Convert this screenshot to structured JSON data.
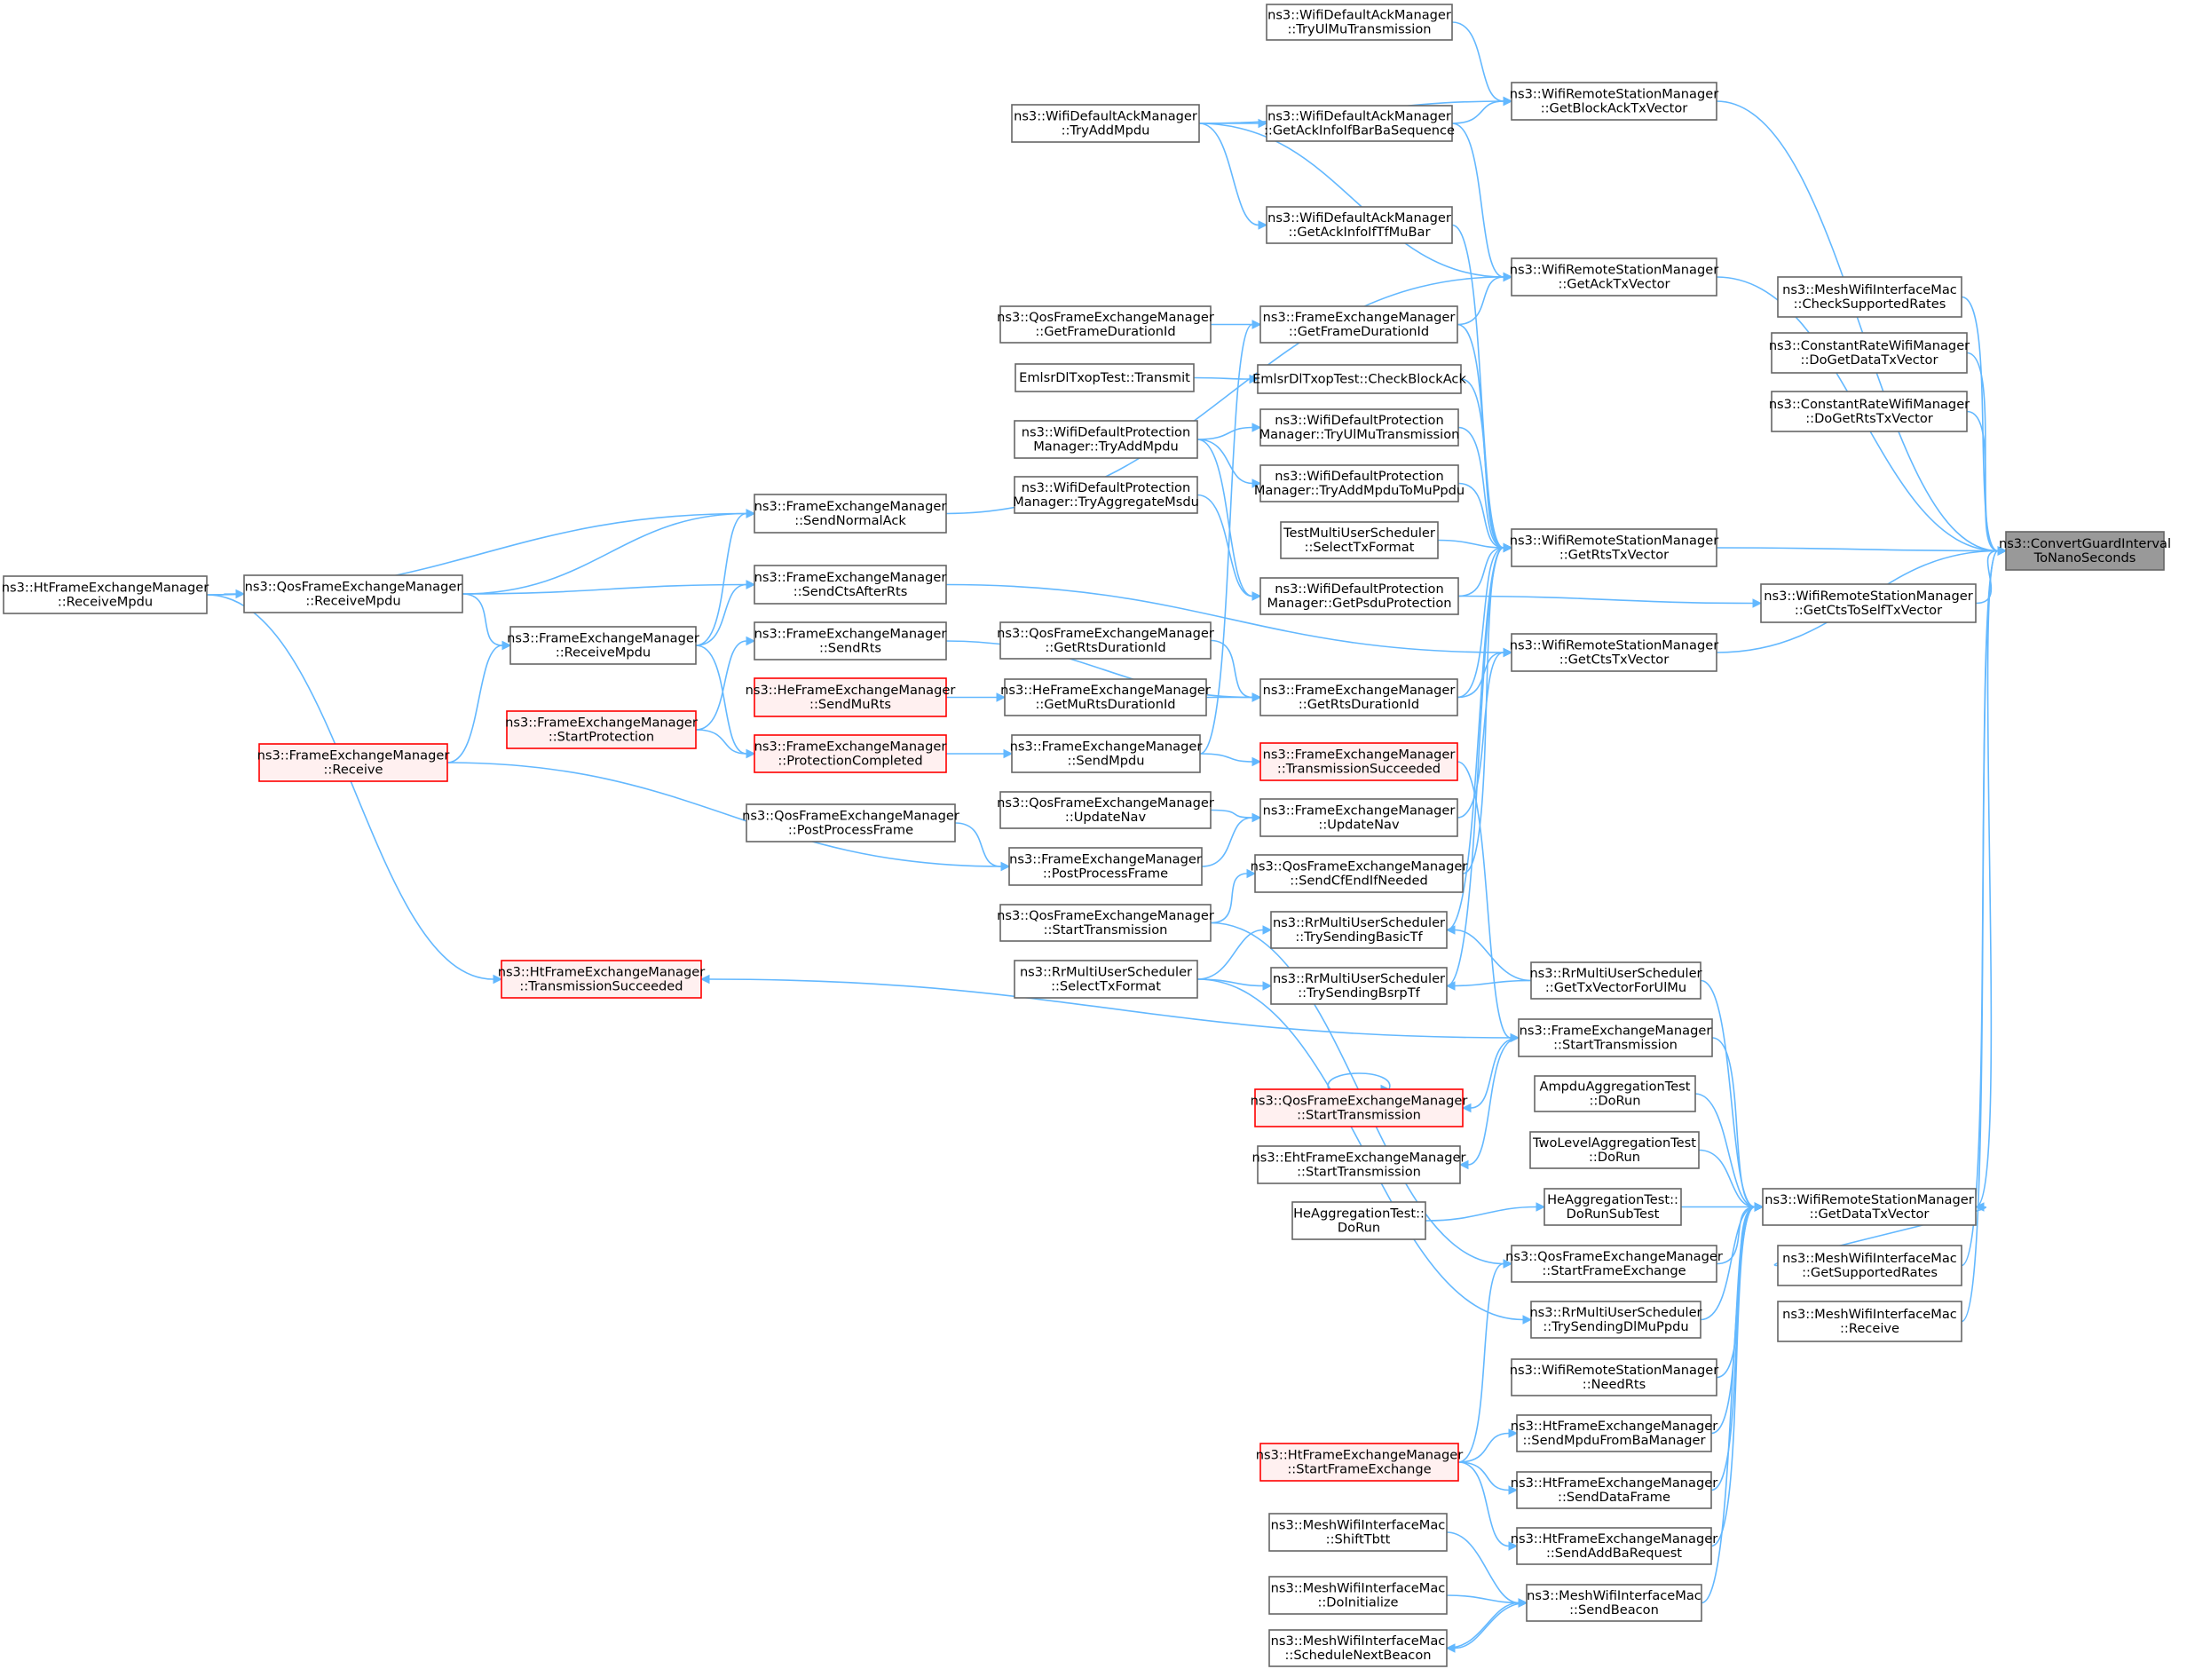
{
  "colors": {
    "edge": "#63b8ff",
    "box_border": "#666666",
    "red_border": "#ff0000",
    "red_fill": "#fff0f0",
    "selected_fill": "#999999"
  },
  "graph": {
    "nodes": {
      "target": {
        "lines": [
          "ns3::ConvertGuardInterval",
          "ToNanoSeconds"
        ],
        "style": "selected"
      },
      "mesh_check": {
        "lines": [
          "ns3::MeshWifiInterfaceMac",
          "::CheckSupportedRates"
        ]
      },
      "crw_data": {
        "lines": [
          "ns3::ConstantRateWifiManager",
          "::DoGetDataTxVector"
        ]
      },
      "crw_rts": {
        "lines": [
          "ns3::ConstantRateWifiManager",
          "::DoGetRtsTxVector"
        ]
      },
      "rsm_cts_self": {
        "lines": [
          "ns3::WifiRemoteStationManager",
          "::GetCtsToSelfTxVector"
        ]
      },
      "mesh_getsupp": {
        "lines": [
          "ns3::MeshWifiInterfaceMac",
          "::GetSupportedRates"
        ]
      },
      "mesh_receive": {
        "lines": [
          "ns3::MeshWifiInterfaceMac",
          "::Receive"
        ]
      },
      "rsm_ba": {
        "lines": [
          "ns3::WifiRemoteStationManager",
          "::GetBlockAckTxVector"
        ]
      },
      "rsm_ack": {
        "lines": [
          "ns3::WifiRemoteStationManager",
          "::GetAckTxVector"
        ]
      },
      "rsm_rts": {
        "lines": [
          "ns3::WifiRemoteStationManager",
          "::GetRtsTxVector"
        ]
      },
      "rsm_cts": {
        "lines": [
          "ns3::WifiRemoteStationManager",
          "::GetCtsTxVector"
        ]
      },
      "rr_getul": {
        "lines": [
          "ns3::RrMultiUserScheduler",
          "::GetTxVectorForUlMu"
        ]
      },
      "fem_starttx": {
        "lines": [
          "ns3::FrameExchangeManager",
          "::StartTransmission"
        ]
      },
      "ampdu_dorun": {
        "lines": [
          "AmpduAggregationTest",
          "::DoRun"
        ]
      },
      "twolevel_dorun": {
        "lines": [
          "TwoLevelAggregationTest",
          "::DoRun"
        ]
      },
      "heagg_sub": {
        "lines": [
          "HeAggregationTest::",
          "DoRunSubTest"
        ]
      },
      "qos_startfe": {
        "lines": [
          "ns3::QosFrameExchangeManager",
          "::StartFrameExchange"
        ]
      },
      "rr_trydl": {
        "lines": [
          "ns3::RrMultiUserScheduler",
          "::TrySendingDlMuPpdu"
        ]
      },
      "rsm_needrts": {
        "lines": [
          "ns3::WifiRemoteStationManager",
          "::NeedRts"
        ]
      },
      "ht_sendmpdu_ba": {
        "lines": [
          "ns3::HtFrameExchangeManager",
          "::SendMpduFromBaManager"
        ]
      },
      "ht_senddata": {
        "lines": [
          "ns3::HtFrameExchangeManager",
          "::SendDataFrame"
        ]
      },
      "ht_sendaddba": {
        "lines": [
          "ns3::HtFrameExchangeManager",
          "::SendAddBaRequest"
        ]
      },
      "mesh_sendbeacon": {
        "lines": [
          "ns3::MeshWifiInterfaceMac",
          "::SendBeacon"
        ]
      },
      "rsm_data": {
        "lines": [
          "ns3::WifiRemoteStationManager",
          "::GetDataTxVector"
        ]
      },
      "dam_tryul": {
        "lines": [
          "ns3::WifiDefaultAckManager",
          "::TryUlMuTransmission"
        ]
      },
      "dam_getackbar": {
        "lines": [
          "ns3::WifiDefaultAckManager",
          "::GetAckInfoIfBarBaSequence"
        ]
      },
      "dam_getacktf": {
        "lines": [
          "ns3::WifiDefaultAckManager",
          "::GetAckInfoIfTfMuBar"
        ]
      },
      "fem_getdur": {
        "lines": [
          "ns3::FrameExchangeManager",
          "::GetFrameDurationId"
        ]
      },
      "emlsr_check": {
        "lines": [
          "EmlsrDlTxopTest::CheckBlockAck"
        ]
      },
      "dpm_tryul": {
        "lines": [
          "ns3::WifiDefaultProtection",
          "Manager::TryUlMuTransmission"
        ]
      },
      "dpm_trymu": {
        "lines": [
          "ns3::WifiDefaultProtection",
          "Manager::TryAddMpduToMuPpdu"
        ]
      },
      "tmus_select": {
        "lines": [
          "TestMultiUserScheduler",
          "::SelectTxFormat"
        ]
      },
      "dpm_getpsdu": {
        "lines": [
          "ns3::WifiDefaultProtection",
          "Manager::GetPsduProtection"
        ]
      },
      "fem_getrtsdur": {
        "lines": [
          "ns3::FrameExchangeManager",
          "::GetRtsDurationId"
        ]
      },
      "fem_txsucc": {
        "lines": [
          "ns3::FrameExchangeManager",
          "::TransmissionSucceeded"
        ],
        "style": "red"
      },
      "fem_updatenav": {
        "lines": [
          "ns3::FrameExchangeManager",
          "::UpdateNav"
        ]
      },
      "qos_sendcfend": {
        "lines": [
          "ns3::QosFrameExchangeManager",
          "::SendCfEndIfNeeded"
        ]
      },
      "rr_trybasic": {
        "lines": [
          "ns3::RrMultiUserScheduler",
          "::TrySendingBasicTf"
        ]
      },
      "rr_trybsrp": {
        "lines": [
          "ns3::RrMultiUserScheduler",
          "::TrySendingBsrpTf"
        ]
      },
      "qos_starttx_red": {
        "lines": [
          "ns3::QosFrameExchangeManager",
          "::StartTransmission"
        ],
        "style": "red"
      },
      "eht_starttx": {
        "lines": [
          "ns3::EhtFrameExchangeManager",
          "::StartTransmission"
        ]
      },
      "heagg_dorun": {
        "lines": [
          "HeAggregationTest::",
          "DoRun"
        ]
      },
      "ht_startfe": {
        "lines": [
          "ns3::HtFrameExchangeManager",
          "::StartFrameExchange"
        ],
        "style": "red"
      },
      "mesh_shift": {
        "lines": [
          "ns3::MeshWifiInterfaceMac",
          "::ShiftTbtt"
        ]
      },
      "mesh_doinit": {
        "lines": [
          "ns3::MeshWifiInterfaceMac",
          "::DoInitialize"
        ]
      },
      "mesh_sched": {
        "lines": [
          "ns3::MeshWifiInterfaceMac",
          "::ScheduleNextBeacon"
        ]
      },
      "dam_tryadd": {
        "lines": [
          "ns3::WifiDefaultAckManager",
          "::TryAddMpdu"
        ]
      },
      "qos_getdur": {
        "lines": [
          "ns3::QosFrameExchangeManager",
          "::GetFrameDurationId"
        ]
      },
      "emlsr_transmit": {
        "lines": [
          "EmlsrDlTxopTest::Transmit"
        ]
      },
      "dpm_tryadd": {
        "lines": [
          "ns3::WifiDefaultProtection",
          "Manager::TryAddMpdu"
        ]
      },
      "dpm_tryaggr": {
        "lines": [
          "ns3::WifiDefaultProtection",
          "Manager::TryAggregateMsdu"
        ]
      },
      "qos_getrtsdur": {
        "lines": [
          "ns3::QosFrameExchangeManager",
          "::GetRtsDurationId"
        ]
      },
      "he_getmurts": {
        "lines": [
          "ns3::HeFrameExchangeManager",
          "::GetMuRtsDurationId"
        ]
      },
      "fem_sendmpdu": {
        "lines": [
          "ns3::FrameExchangeManager",
          "::SendMpdu"
        ]
      },
      "qos_updatenav": {
        "lines": [
          "ns3::QosFrameExchangeManager",
          "::UpdateNav"
        ]
      },
      "fem_postproc": {
        "lines": [
          "ns3::FrameExchangeManager",
          "::PostProcessFrame"
        ]
      },
      "qos_starttx": {
        "lines": [
          "ns3::QosFrameExchangeManager",
          "::StartTransmission"
        ]
      },
      "rr_select": {
        "lines": [
          "ns3::RrMultiUserScheduler",
          "::SelectTxFormat"
        ]
      },
      "fem_sendnormalack": {
        "lines": [
          "ns3::FrameExchangeManager",
          "::SendNormalAck"
        ]
      },
      "fem_sendcts": {
        "lines": [
          "ns3::FrameExchangeManager",
          "::SendCtsAfterRts"
        ]
      },
      "fem_sendrts": {
        "lines": [
          "ns3::FrameExchangeManager",
          "::SendRts"
        ]
      },
      "he_sendmurts": {
        "lines": [
          "ns3::HeFrameExchangeManager",
          "::SendMuRts"
        ],
        "style": "red"
      },
      "fem_protcompl": {
        "lines": [
          "ns3::FrameExchangeManager",
          "::ProtectionCompleted"
        ],
        "style": "red"
      },
      "qos_postproc": {
        "lines": [
          "ns3::QosFrameExchangeManager",
          "::PostProcessFrame"
        ]
      },
      "fem_receivempdu": {
        "lines": [
          "ns3::FrameExchangeManager",
          "::ReceiveMpdu"
        ]
      },
      "fem_startprot": {
        "lines": [
          "ns3::FrameExchangeManager",
          "::StartProtection"
        ],
        "style": "red"
      },
      "qos_receivempdu": {
        "lines": [
          "ns3::QosFrameExchangeManager",
          "::ReceiveMpdu"
        ]
      },
      "fem_receive": {
        "lines": [
          "ns3::FrameExchangeManager",
          "::Receive"
        ],
        "style": "red"
      },
      "ht_receivempdu": {
        "lines": [
          "ns3::HtFrameExchangeManager",
          "::ReceiveMpdu"
        ]
      },
      "ht_txsucc": {
        "lines": [
          "ns3::HtFrameExchangeManager",
          "::TransmissionSucceeded"
        ],
        "style": "red"
      }
    },
    "edges": [
      [
        "mesh_check",
        "target"
      ],
      [
        "crw_data",
        "target"
      ],
      [
        "crw_rts",
        "target"
      ],
      [
        "rsm_cts_self",
        "target"
      ],
      [
        "mesh_getsupp",
        "target"
      ],
      [
        "mesh_receive",
        "target"
      ],
      [
        "rsm_ba",
        "target"
      ],
      [
        "rsm_ack",
        "target"
      ],
      [
        "rsm_rts",
        "target"
      ],
      [
        "rsm_cts",
        "target"
      ],
      [
        "rsm_data",
        "target"
      ],
      [
        "dam_tryul",
        "rsm_ba"
      ],
      [
        "dam_getackbar",
        "rsm_ba"
      ],
      [
        "dam_tryadd",
        "rsm_ba"
      ],
      [
        "dam_getackbar",
        "rsm_ack"
      ],
      [
        "dam_tryadd",
        "rsm_ack"
      ],
      [
        "fem_getdur",
        "rsm_ack"
      ],
      [
        "fem_sendnormalack",
        "rsm_ack"
      ],
      [
        "dam_getacktf",
        "rsm_rts"
      ],
      [
        "emlsr_check",
        "rsm_rts"
      ],
      [
        "dpm_tryul",
        "rsm_rts"
      ],
      [
        "dpm_trymu",
        "rsm_rts"
      ],
      [
        "tmus_select",
        "rsm_rts"
      ],
      [
        "dpm_getpsdu",
        "rsm_rts"
      ],
      [
        "fem_getdur",
        "rsm_rts"
      ],
      [
        "rr_trybasic",
        "rsm_rts"
      ],
      [
        "rr_trybsrp",
        "rsm_rts"
      ],
      [
        "qos_sendcfend",
        "rsm_rts"
      ],
      [
        "fem_getrtsdur",
        "rsm_rts"
      ],
      [
        "fem_sendcts",
        "rsm_cts"
      ],
      [
        "fem_getrtsdur",
        "rsm_cts"
      ],
      [
        "fem_updatenav",
        "rsm_cts"
      ],
      [
        "dpm_getpsdu",
        "rsm_cts_self"
      ],
      [
        "dam_tryadd",
        "dam_getackbar"
      ],
      [
        "dam_tryadd",
        "dam_getacktf"
      ],
      [
        "qos_getdur",
        "fem_getdur"
      ],
      [
        "emlsr_transmit",
        "emlsr_check"
      ],
      [
        "dpm_tryadd",
        "dpm_tryul"
      ],
      [
        "dpm_tryadd",
        "dpm_trymu"
      ],
      [
        "dpm_tryadd",
        "dpm_getpsdu"
      ],
      [
        "dpm_tryaggr",
        "dpm_getpsdu"
      ],
      [
        "qos_getrtsdur",
        "fem_getrtsdur"
      ],
      [
        "he_getmurts",
        "fem_getrtsdur"
      ],
      [
        "fem_sendrts",
        "fem_getrtsdur"
      ],
      [
        "he_sendmurts",
        "he_getmurts"
      ],
      [
        "fem_protcompl",
        "fem_sendmpdu"
      ],
      [
        "fem_sendmpdu",
        "fem_txsucc"
      ],
      [
        "fem_sendmpdu",
        "fem_getdur"
      ],
      [
        "qos_updatenav",
        "fem_updatenav"
      ],
      [
        "fem_postproc",
        "fem_updatenav"
      ],
      [
        "qos_postproc",
        "fem_postproc"
      ],
      [
        "qos_starttx",
        "qos_sendcfend"
      ],
      [
        "rr_select",
        "rr_trybasic"
      ],
      [
        "rr_select",
        "rr_trybsrp"
      ],
      [
        "rr_getul",
        "rr_trybasic"
      ],
      [
        "rr_getul",
        "rr_trybsrp"
      ],
      [
        "fem_txsucc",
        "fem_starttx"
      ],
      [
        "fem_starttx",
        "ht_txsucc"
      ],
      [
        "fem_starttx",
        "qos_starttx_red"
      ],
      [
        "fem_starttx",
        "eht_starttx"
      ],
      [
        "qos_starttx_red",
        "qos_starttx_red"
      ],
      [
        "rr_getul",
        "rsm_data"
      ],
      [
        "fem_starttx",
        "rsm_data"
      ],
      [
        "ampdu_dorun",
        "rsm_data"
      ],
      [
        "twolevel_dorun",
        "rsm_data"
      ],
      [
        "heagg_sub",
        "rsm_data"
      ],
      [
        "qos_startfe",
        "rsm_data"
      ],
      [
        "rr_trydl",
        "rsm_data"
      ],
      [
        "rsm_needrts",
        "rsm_data"
      ],
      [
        "ht_sendmpdu_ba",
        "rsm_data"
      ],
      [
        "ht_senddata",
        "rsm_data"
      ],
      [
        "ht_sendaddba",
        "rsm_data"
      ],
      [
        "mesh_sendbeacon",
        "rsm_data"
      ],
      [
        "mesh_getsupp",
        "rsm_data"
      ],
      [
        "heagg_dorun",
        "heagg_sub"
      ],
      [
        "ht_startfe",
        "qos_startfe"
      ],
      [
        "ht_startfe",
        "ht_sendmpdu_ba"
      ],
      [
        "ht_startfe",
        "ht_senddata"
      ],
      [
        "ht_startfe",
        "ht_sendaddba"
      ],
      [
        "qos_starttx",
        "qos_startfe"
      ],
      [
        "rr_select",
        "rr_trydl"
      ],
      [
        "mesh_shift",
        "mesh_sendbeacon"
      ],
      [
        "mesh_doinit",
        "mesh_sendbeacon"
      ],
      [
        "mesh_sched",
        "mesh_sendbeacon"
      ],
      [
        "mesh_sendbeacon",
        "mesh_sched"
      ],
      [
        "fem_receivempdu",
        "fem_sendnormalack"
      ],
      [
        "qos_receivempdu",
        "fem_sendnormalack"
      ],
      [
        "ht_receivempdu",
        "fem_sendnormalack"
      ],
      [
        "fem_receivempdu",
        "fem_sendcts"
      ],
      [
        "qos_receivempdu",
        "fem_sendcts"
      ],
      [
        "fem_startprot",
        "fem_sendrts"
      ],
      [
        "fem_startprot",
        "fem_protcompl"
      ],
      [
        "fem_receivempdu",
        "fem_protcompl"
      ],
      [
        "qos_receivempdu",
        "fem_receivempdu"
      ],
      [
        "fem_receive",
        "fem_receivempdu"
      ],
      [
        "fem_receive",
        "fem_postproc"
      ],
      [
        "ht_receivempdu",
        "qos_receivempdu"
      ],
      [
        "ht_receivempdu",
        "ht_txsucc"
      ]
    ]
  }
}
